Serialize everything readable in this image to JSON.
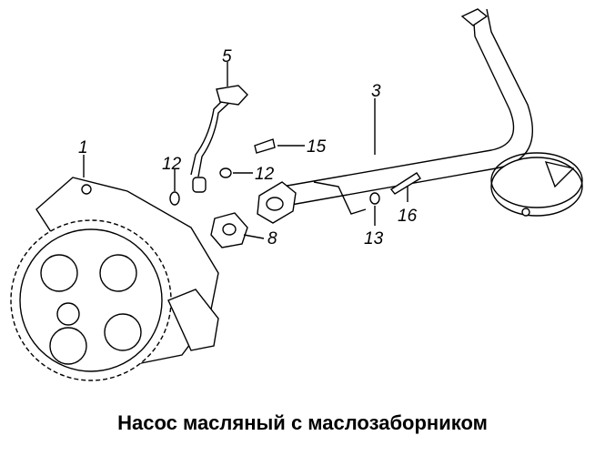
{
  "caption": "Насос масляный с маслозаборником",
  "callouts": {
    "pump": "1",
    "washer_left": "12",
    "oil_pipe": "5",
    "washer_right": "12",
    "bolt_15": "15",
    "intake_pipe": "3",
    "gasket": "8",
    "washer_13": "13",
    "bolt_16": "16"
  }
}
